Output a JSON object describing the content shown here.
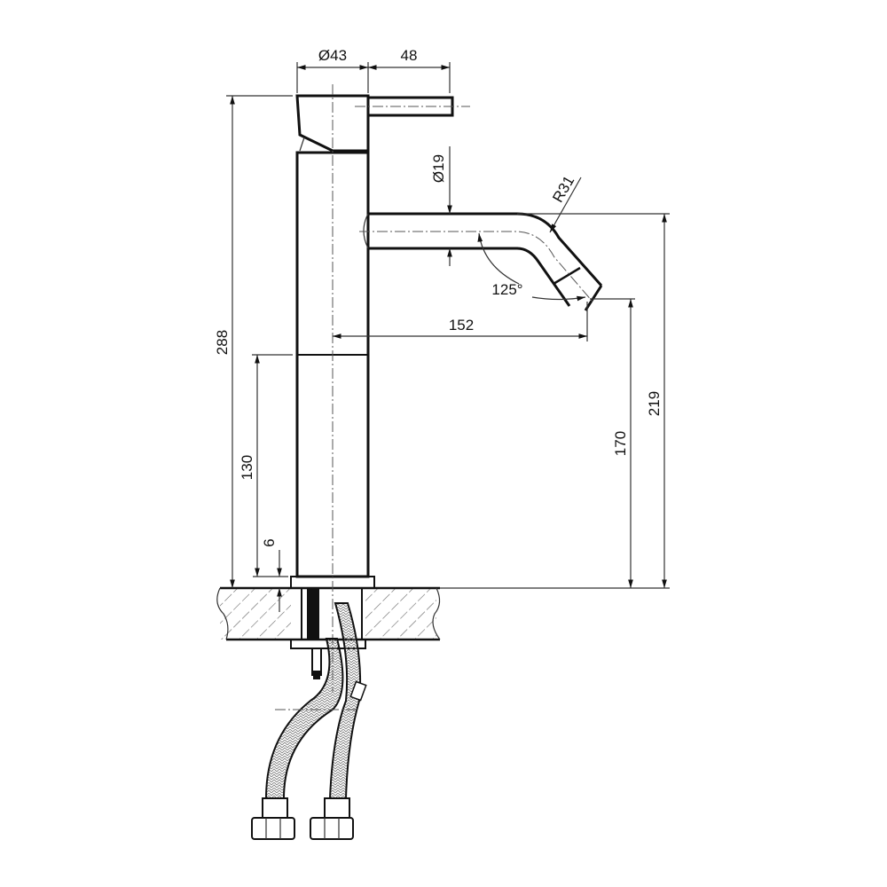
{
  "drawing": {
    "subject": "Tall basin mixer tap — side elevation technical drawing",
    "units": "mm",
    "dimensions": {
      "body_diameter": "Ø43",
      "lever_length": "48",
      "spout_diameter": "Ø19",
      "spout_bend_radius": "R31",
      "spout_angle": "125°",
      "spout_reach": "152",
      "overall_height": "288",
      "lower_body_height": "130",
      "base_flange_height": "6",
      "outlet_height": "170",
      "spout_top_height": "219"
    }
  }
}
